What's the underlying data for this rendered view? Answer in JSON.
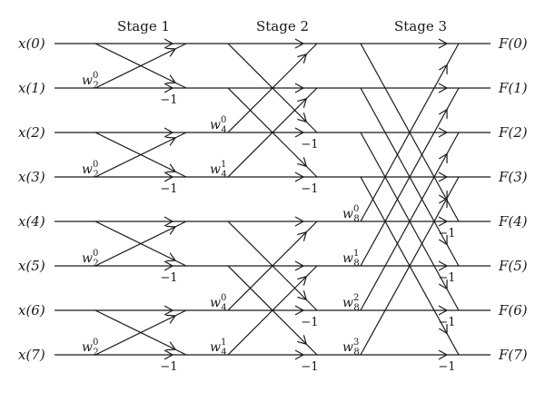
{
  "stages": [
    "Stage 1",
    "Stage 2",
    "Stage 3"
  ],
  "inputs": [
    "x(0)",
    "x(1)",
    "x(2)",
    "x(3)",
    "x(4)",
    "x(5)",
    "x(6)",
    "x(7)"
  ],
  "outputs": [
    "F(0)",
    "F(1)",
    "F(2)",
    "F(3)",
    "F(4)",
    "F(5)",
    "F(6)",
    "F(7)"
  ],
  "twiddles": {
    "stage1": [
      {
        "row": 1,
        "base": "w",
        "sub": "2",
        "sup": "0"
      },
      {
        "row": 3,
        "base": "w",
        "sub": "2",
        "sup": "0"
      },
      {
        "row": 5,
        "base": "w",
        "sub": "2",
        "sup": "0"
      },
      {
        "row": 7,
        "base": "w",
        "sub": "2",
        "sup": "0"
      }
    ],
    "stage2": [
      {
        "row": 2,
        "base": "w",
        "sub": "4",
        "sup": "0"
      },
      {
        "row": 3,
        "base": "w",
        "sub": "4",
        "sup": "1"
      },
      {
        "row": 6,
        "base": "w",
        "sub": "4",
        "sup": "0"
      },
      {
        "row": 7,
        "base": "w",
        "sub": "4",
        "sup": "1"
      }
    ],
    "stage3": [
      {
        "row": 4,
        "base": "w",
        "sub": "8",
        "sup": "0"
      },
      {
        "row": 5,
        "base": "w",
        "sub": "8",
        "sup": "1"
      },
      {
        "row": 6,
        "base": "w",
        "sub": "8",
        "sup": "2"
      },
      {
        "row": 7,
        "base": "w",
        "sub": "8",
        "sup": "3"
      }
    ]
  },
  "negation_label": "−1",
  "butterflies": {
    "stage1": [
      [
        0,
        1
      ],
      [
        2,
        3
      ],
      [
        4,
        5
      ],
      [
        6,
        7
      ]
    ],
    "stage2": [
      [
        0,
        2
      ],
      [
        1,
        3
      ],
      [
        4,
        6
      ],
      [
        5,
        7
      ]
    ],
    "stage3": [
      [
        0,
        4
      ],
      [
        1,
        5
      ],
      [
        2,
        6
      ],
      [
        3,
        7
      ]
    ]
  }
}
